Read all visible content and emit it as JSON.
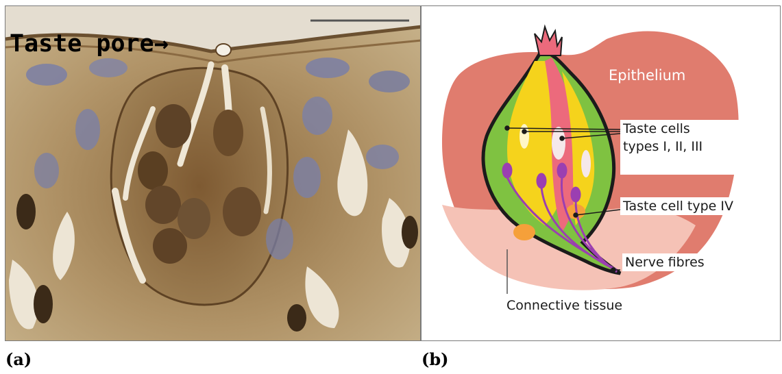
{
  "panels": {
    "a": {
      "caption": "(a)",
      "pore_label": "Taste pore",
      "pore_arrow": "→"
    },
    "b": {
      "caption": "(b)",
      "labels": {
        "epithelium": "Epithelium",
        "taste_cells_line1": "Taste cells",
        "taste_cells_line2": "types I, II, III",
        "taste_cell_type4": "Taste cell type IV",
        "nerve_fibres": "Nerve fibres",
        "connective_tissue": "Connective tissue"
      }
    }
  },
  "colors": {
    "epithelium": "#e07c6e",
    "connective": "#f5c2b6",
    "bud_outline": "#1b1b1b",
    "type_i": "#7fc241",
    "type_ii": "#f5d31c",
    "type_iii": "#ec6a7c",
    "type_iv": "#f5a03a",
    "nerve": "#9b3fb1",
    "tissue_brown": "#9a7a4e",
    "nucleus_blue": "#7a7fa6"
  }
}
